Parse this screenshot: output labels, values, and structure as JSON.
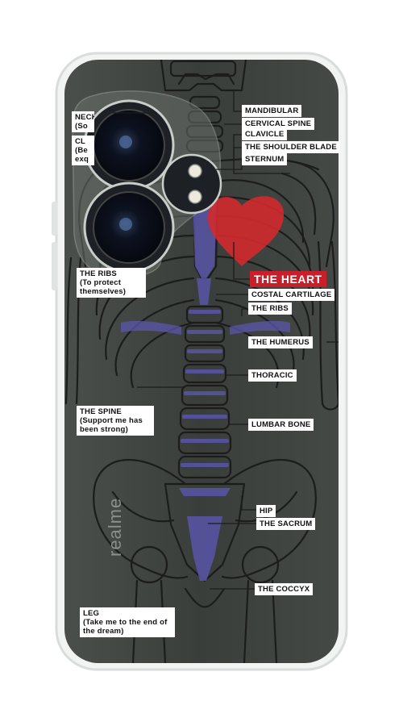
{
  "brand": "realme",
  "labels": {
    "neck": "NECK",
    "neck_sub": "(So",
    "cl": "CL",
    "cl_sub1": "(Be",
    "cl_sub2": "exq",
    "mandibular": "MANDIBULAR",
    "cervical": "CERVICAL SPINE",
    "clavicle": "CLAVICLE",
    "shoulder": "THE SHOULDER BLADE",
    "sternum": "STERNUM",
    "heart": "THE HEART",
    "costal": "COSTAL CARTILAGE",
    "ribs_right": "THE RIBS",
    "humerus": "THE HUMERUS",
    "thoracic": "THORACIC",
    "lumbar": "LUMBAR BONE",
    "hip": "HIP",
    "sacrum": "THE SACRUM",
    "coccyx": "THE COCCYX",
    "ribs_left": "THE RIBS",
    "ribs_left_sub": "(To protect themselves)",
    "spine": "THE SPINE",
    "spine_sub": "(Support me has been strong)",
    "leg": "LEG",
    "leg_sub": "(Take me to the end of the dream)"
  },
  "colors": {
    "case": "#3c403d",
    "bone": "#222222",
    "spine_accent": "#5a55a8",
    "heart": "#d02a2e",
    "heart_label_bg": "#c8202a"
  }
}
